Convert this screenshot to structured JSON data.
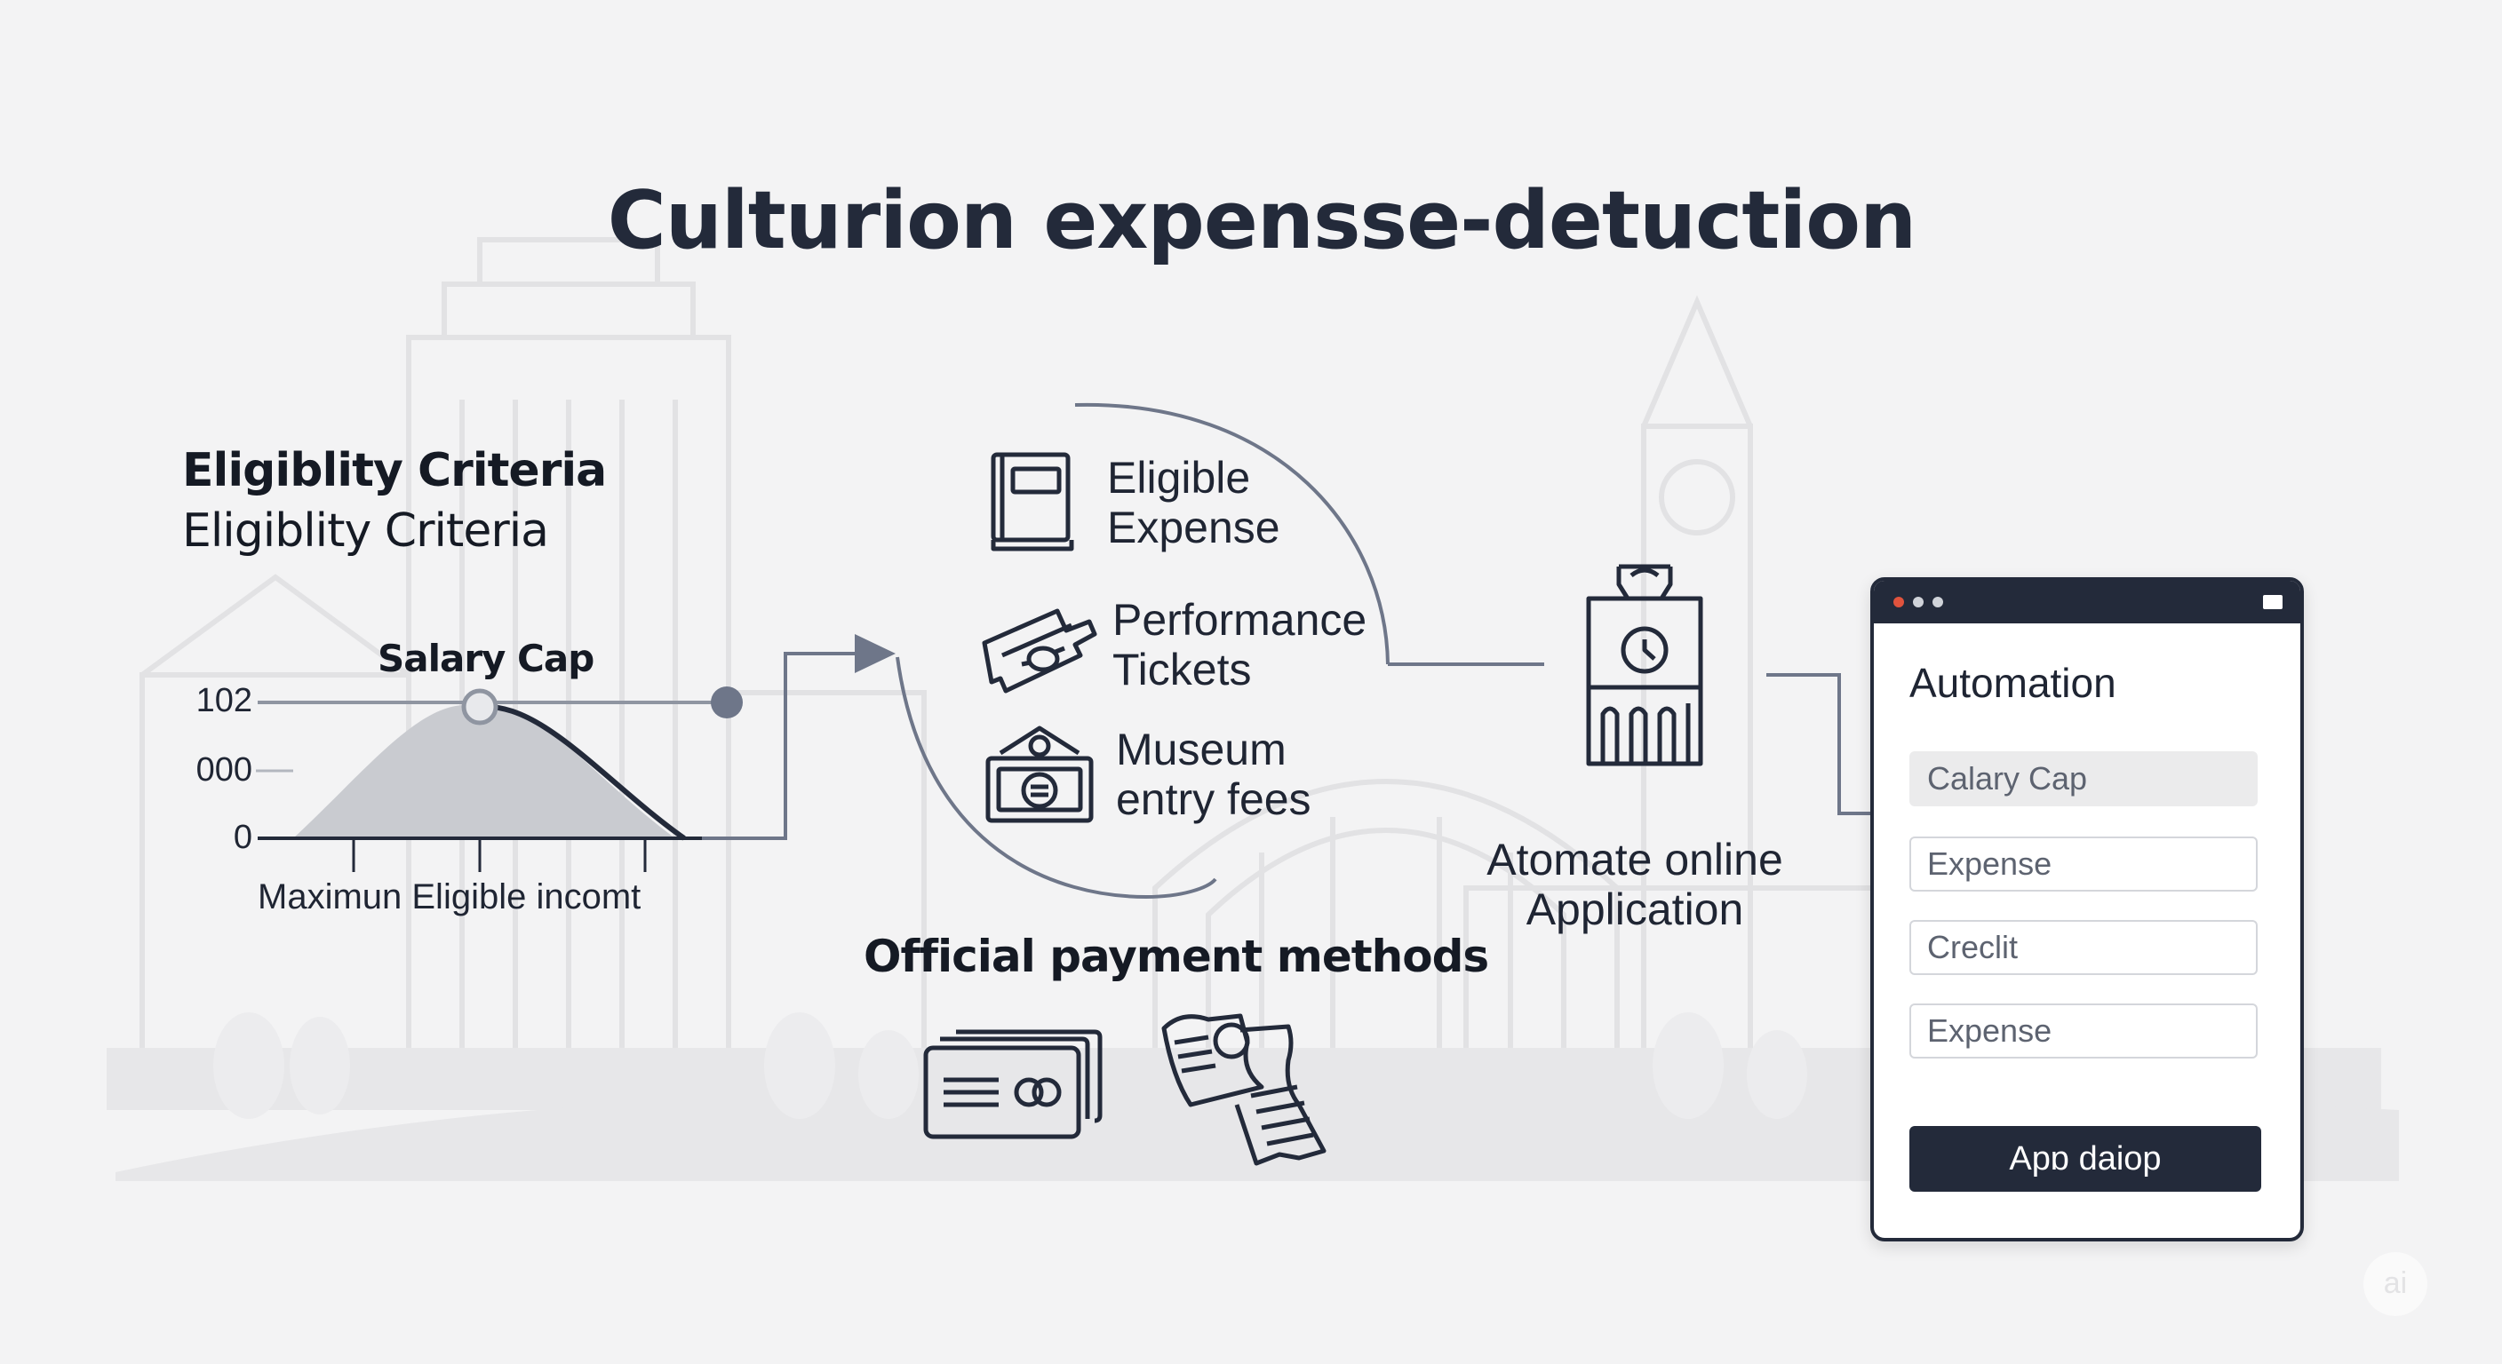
{
  "title": "Culturion expensse-detuction",
  "eligibility": {
    "heading_bold": "Eligiblity Criteria",
    "heading_regular": "Eligiblity Criteria"
  },
  "salary_chart": {
    "label": "Salary Cap",
    "ticks": [
      "102",
      "000",
      "0"
    ],
    "xlabel": "Maximun Eligible incomt"
  },
  "expense_items": [
    {
      "icon": "book-icon",
      "lines": [
        "Eligible",
        "Expense"
      ]
    },
    {
      "icon": "tickets-icon",
      "lines": [
        "Performance",
        "Tickets"
      ]
    },
    {
      "icon": "museum-icon",
      "lines": [
        "Museum",
        "entry fees"
      ]
    }
  ],
  "payment": {
    "title": "Official payment methods",
    "icons": [
      "credit-card-icon",
      "receipt-icon"
    ]
  },
  "automation": {
    "icon": "clock-tower-icon",
    "label_lines": [
      "Atomate online",
      "Application"
    ]
  },
  "app_window": {
    "title": "Automation",
    "fields": [
      {
        "text": "Calary Cap",
        "style": "filled"
      },
      {
        "text": "Expense",
        "style": "outlined"
      },
      {
        "text": "Creclit",
        "style": "outlined"
      },
      {
        "text": "Expense",
        "style": "outlined"
      }
    ],
    "button_label": "Apɒ daiop",
    "dot_colors": [
      "#e0533d",
      "#d0d3d9",
      "#d0d3d9"
    ]
  },
  "watermark": "ai",
  "colors": {
    "primary": "#232a3a",
    "connector": "#6e7689",
    "curve_fill": "#c9cbd0",
    "background": "#f3f3f4"
  }
}
